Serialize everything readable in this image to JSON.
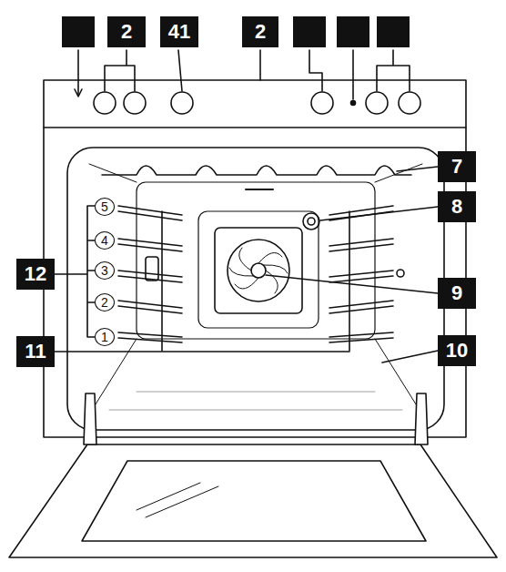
{
  "diagram": {
    "labels": [
      "2",
      "41",
      "2",
      "7",
      "8",
      "9",
      "10",
      "11",
      "12",
      "5",
      "4",
      "3",
      "2",
      "1"
    ]
  }
}
